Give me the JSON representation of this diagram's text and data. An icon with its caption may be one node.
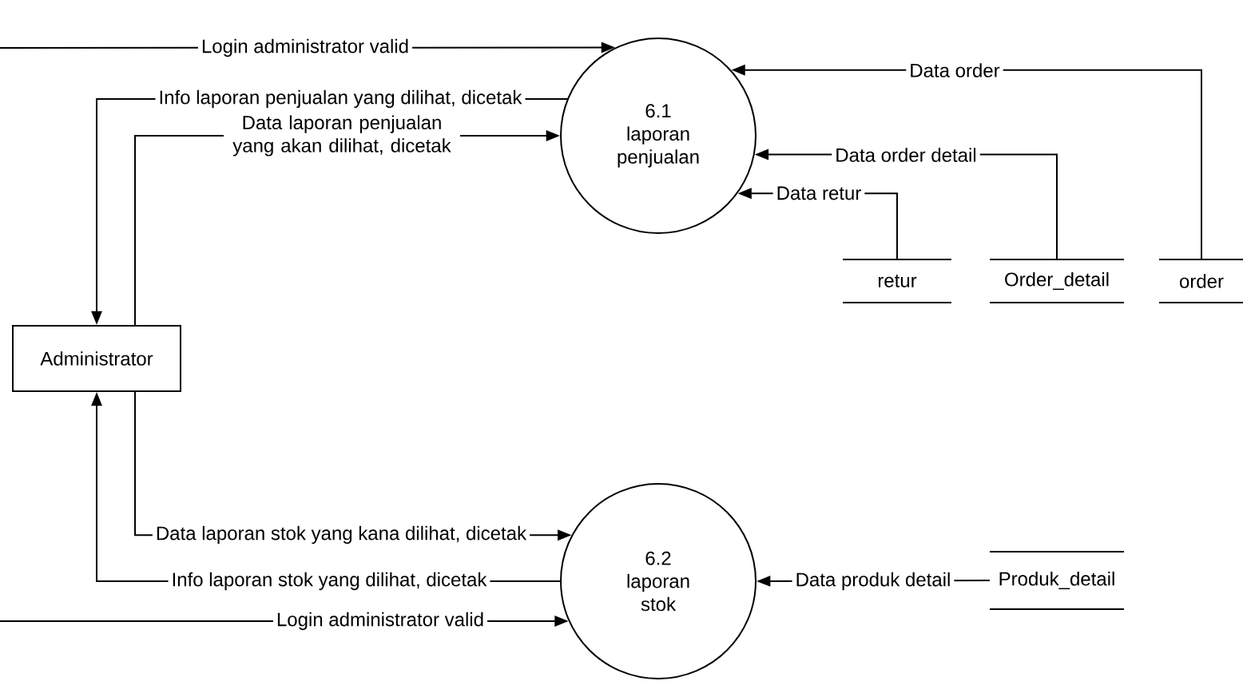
{
  "diagram": {
    "nodes": [
      {
        "text": [
          "6.1",
          "laporan penjualan"
        ]
      },
      {
        "text": [
          "retur"
        ]
      },
      {
        "text": [
          "Order_detail"
        ]
      },
      {
        "text": [
          "order"
        ]
      },
      {
        "text": [
          "Administrator"
        ]
      },
      {
        "text": [
          "6.2",
          "laporan stok"
        ]
      },
      {
        "text": [
          "Produk_detail"
        ]
      }
    ],
    "edges": [
      {
        "from": null,
        "to": 0,
        "arrow": "to",
        "label": "Login administrator valid"
      },
      {
        "from": 0,
        "to": 4,
        "arrow": "to",
        "label": "Info laporan penjualan yang dilihat, dicetak"
      },
      {
        "from": 4,
        "to": 0,
        "arrow": "to",
        "label": "Data laporan penjualan yang akan dilihat, dicetak"
      },
      {
        "from": 3,
        "to": 0,
        "arrow": "to",
        "label": "Data order"
      },
      {
        "from": 2,
        "to": 0,
        "arrow": "to",
        "label": "Data order detail"
      },
      {
        "from": 1,
        "to": 0,
        "arrow": "to",
        "label": "Data retur"
      },
      {
        "from": 4,
        "to": 5,
        "arrow": "to",
        "label": "Data laporan stok yang kana dilihat, dicetak"
      },
      {
        "from": 5,
        "to": 4,
        "arrow": "to",
        "label": "Info laporan stok yang dilihat, dicetak"
      },
      {
        "from": null,
        "to": 5,
        "arrow": "to",
        "label": "Login administrator valid"
      },
      {
        "from": 6,
        "to": 5,
        "arrow": "to",
        "label": "Data produk detail"
      }
    ]
  }
}
